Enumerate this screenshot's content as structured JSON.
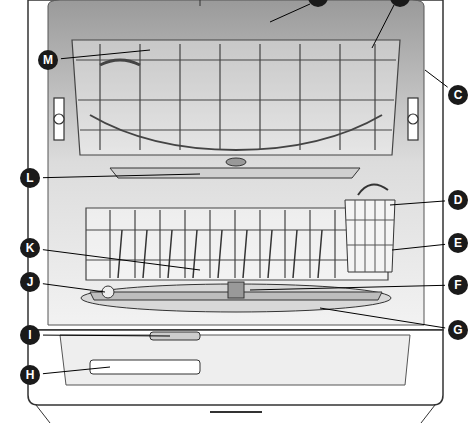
{
  "diagram": {
    "labels": [
      "M",
      "C",
      "L",
      "D",
      "K",
      "E",
      "J",
      "F",
      "G",
      "I",
      "H"
    ]
  }
}
